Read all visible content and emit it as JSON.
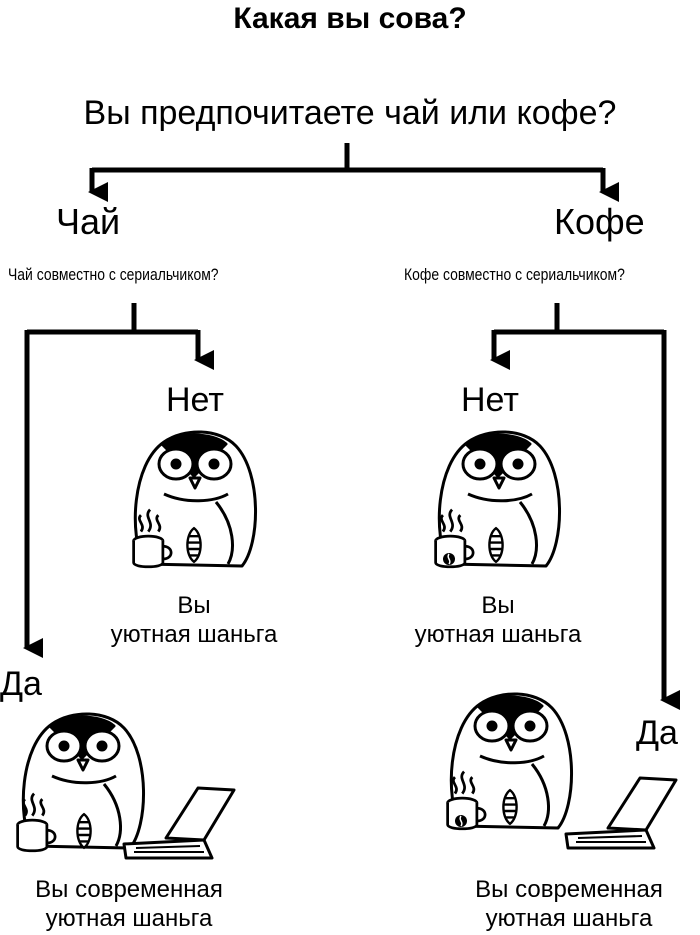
{
  "title": "Какая вы сова?",
  "question": "Вы предпочитаете чай или кофе?",
  "branches": {
    "tea": {
      "label": "Чай",
      "followup": "Чай совместно с сериальчиком?",
      "no": {
        "label": "Нет",
        "result_line1": "Вы",
        "result_line2": "уютная шаньга"
      },
      "yes": {
        "label": "Да",
        "result_line1": "Вы современная",
        "result_line2": "уютная шаньга"
      }
    },
    "coffee": {
      "label": "Кофе",
      "followup": "Кофе совместно с сериальчиком?",
      "no": {
        "label": "Нет",
        "result_line1": "Вы",
        "result_line2": "уютная шаньга"
      },
      "yes": {
        "label": "Да",
        "result_line1": "Вы современная",
        "result_line2": "уютная шаньга"
      }
    }
  }
}
